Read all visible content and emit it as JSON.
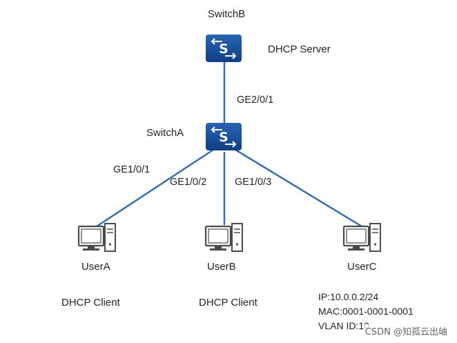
{
  "switches": {
    "switchB": {
      "name": "SwitchB",
      "role": "DHCP Server"
    },
    "switchA": {
      "name": "SwitchA"
    }
  },
  "links": {
    "uplink_port": "GE2/0/1",
    "userA_port": "GE1/0/1",
    "userB_port": "GE1/0/2",
    "userC_port": "GE1/0/3"
  },
  "users": {
    "userA": {
      "name": "UserA",
      "role": "DHCP Client"
    },
    "userB": {
      "name": "UserB",
      "role": "DHCP Client"
    },
    "userC": {
      "name": "UserC",
      "ip": "IP:10.0.0.2/24",
      "mac": "MAC:0001-0001-0001",
      "vlan": "VLAN ID:10"
    }
  },
  "watermark": "CSDN @知孤云出岫",
  "colors": {
    "switch_fill": "#1a4f9c",
    "link_line": "#2f6fb3",
    "text": "#222222"
  }
}
